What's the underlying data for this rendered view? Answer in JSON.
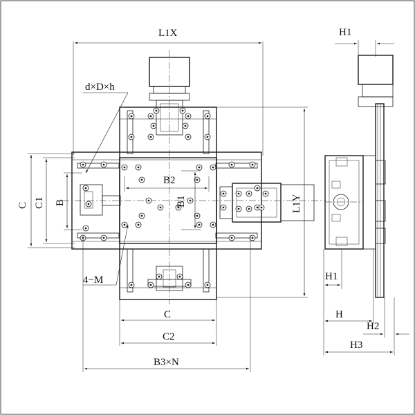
{
  "labels": {
    "l1x": "L1X",
    "h1_top": "H1",
    "dxdxh": "d×D×h",
    "b2": "B2",
    "b1": "B1",
    "c": "C",
    "c1": "C1",
    "b": "B",
    "l1y": "L1Y",
    "four_m": "4−M",
    "h1_side": "H1",
    "c_bottom": "C",
    "c2": "C2",
    "b3xn": "B3×N",
    "h": "H",
    "h2": "H2",
    "h3": "H3"
  },
  "colors": {
    "line": "#1a1a1a",
    "background": "#ffffff"
  }
}
